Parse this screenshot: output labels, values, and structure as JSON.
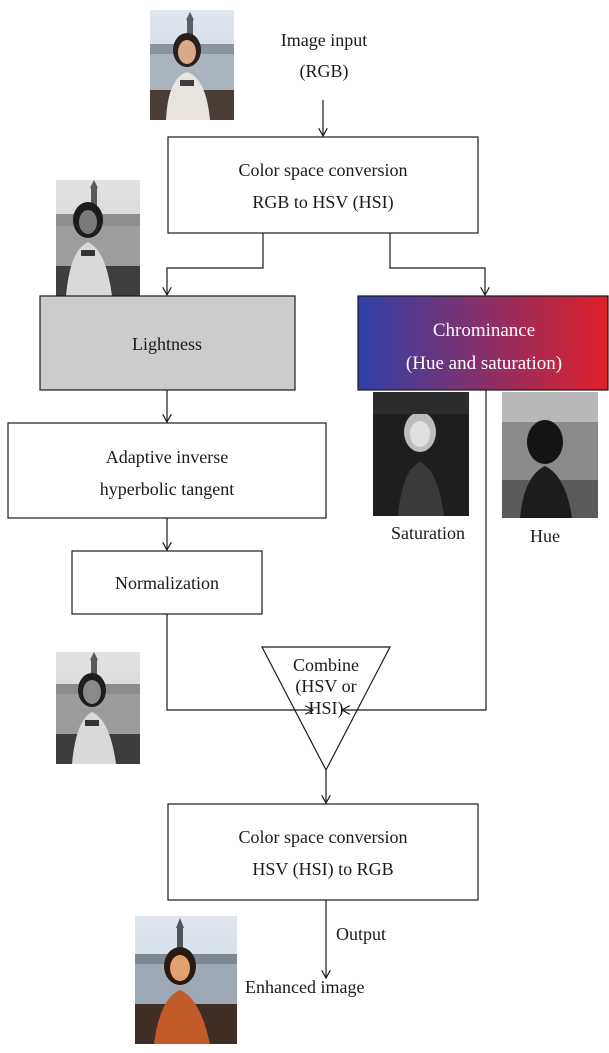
{
  "input": {
    "label_line1": "Image input",
    "label_line2": "(RGB)"
  },
  "conversion_top": {
    "line1": "Color space conversion",
    "line2": "RGB to HSV (HSI)"
  },
  "lightness": {
    "label": "Lightness"
  },
  "chrominance": {
    "line1": "Chrominance",
    "line2": "(Hue and saturation)",
    "gradient_start": "#2f3fa8",
    "gradient_end": "#e0202a"
  },
  "adaptive": {
    "line1": "Adaptive inverse",
    "line2": "hyperbolic tangent"
  },
  "normalization": {
    "label": "Normalization"
  },
  "combine": {
    "line1": "Combine",
    "line2": "(HSV or",
    "line3": "HSI)"
  },
  "conversion_bottom": {
    "line1": "Color space conversion",
    "line2": "HSV (HSI) to RGB"
  },
  "channel_labels": {
    "saturation": "Saturation",
    "hue": "Hue"
  },
  "output": {
    "label": "Output",
    "enhanced_label": "Enhanced image"
  },
  "colors": {
    "lightness_fill": "#cccccc",
    "stroke": "#1a1a1a"
  }
}
